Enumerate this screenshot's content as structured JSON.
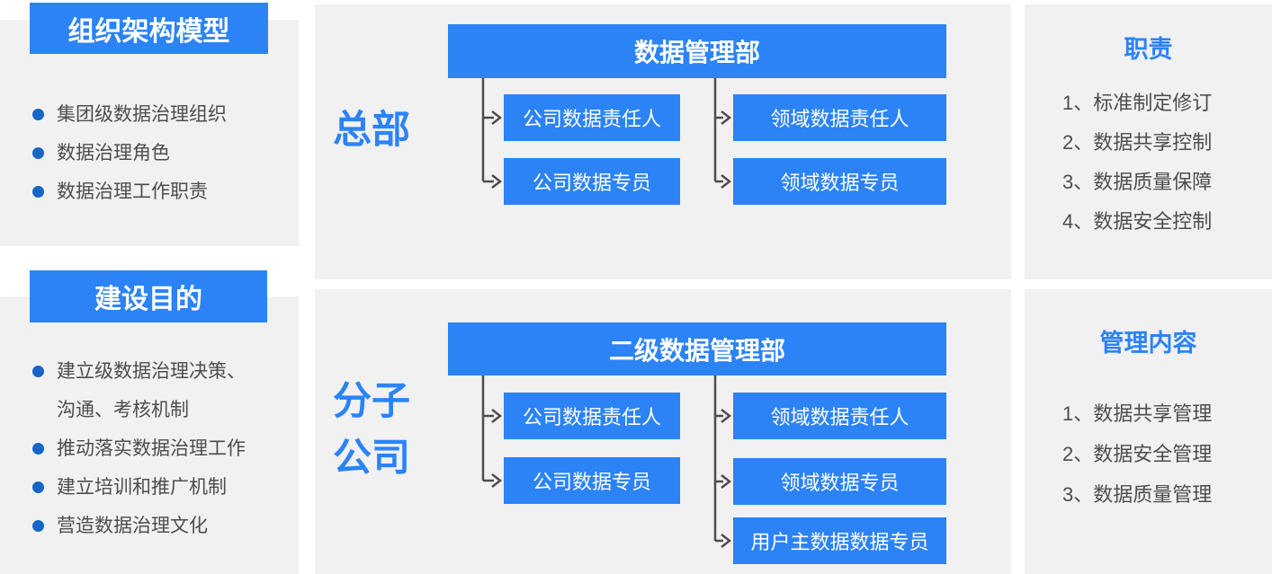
{
  "colors": {
    "accent_blue": "#2B83F6",
    "bullet_blue": "#1566C6",
    "panel_gray": "#F1F1F2",
    "text_gray": "#4D4D4D",
    "connector_gray": "#4D4D4D"
  },
  "left_panel": {
    "architecture": {
      "title": "组织架构模型",
      "items": [
        "集团级数据治理组织",
        "数据治理角色",
        "数据治理工作职责"
      ]
    },
    "purpose": {
      "title": "建设目的",
      "items": [
        "建立级数据治理决策、沟通、考核机制",
        "推动落实数据治理工作",
        "建立培训和推广机制",
        "营造数据治理文化"
      ]
    }
  },
  "org_top": {
    "group_label": "总部",
    "dept": "数据管理部",
    "roles_company": [
      "公司数据责任人",
      "公司数据专员"
    ],
    "roles_domain": [
      "领域数据责任人",
      "领域数据专员"
    ]
  },
  "org_bottom": {
    "group_label_line1": "分子",
    "group_label_line2": "公司",
    "dept": "二级数据管理部",
    "roles_company": [
      "公司数据责任人",
      "公司数据专员"
    ],
    "roles_domain": [
      "领域数据责任人",
      "领域数据专员",
      "用户主数据数据专员"
    ]
  },
  "right_panel": {
    "duties": {
      "title": "职责",
      "items": [
        "1、标准制定修订",
        "2、数据共享控制",
        "3、数据质量保障",
        "4、数据安全控制"
      ]
    },
    "management": {
      "title": "管理内容",
      "items": [
        "1、数据共享管理",
        "2、数据安全管理",
        "3、数据质量管理"
      ]
    }
  }
}
